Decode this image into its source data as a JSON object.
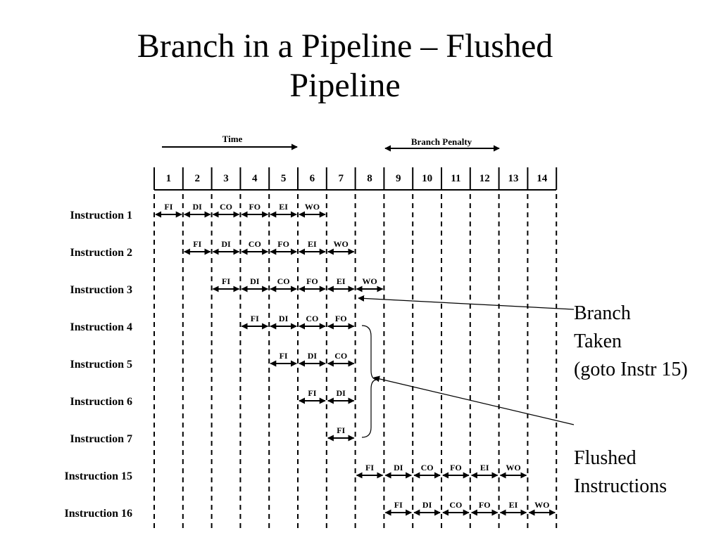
{
  "title": {
    "line1": "Branch in a Pipeline – Flushed",
    "line2": "Pipeline"
  },
  "diagram": {
    "time_label": "Time",
    "penalty_label": "Branch Penalty",
    "cycles": [
      "1",
      "2",
      "3",
      "4",
      "5",
      "6",
      "7",
      "8",
      "9",
      "10",
      "11",
      "12",
      "13",
      "14"
    ],
    "rows": [
      {
        "label": "Instruction 1",
        "start": 1,
        "stages": [
          "FI",
          "DI",
          "CO",
          "FO",
          "EI",
          "WO"
        ]
      },
      {
        "label": "Instruction 2",
        "start": 2,
        "stages": [
          "FI",
          "DI",
          "CO",
          "FO",
          "EI",
          "WO"
        ]
      },
      {
        "label": "Instruction 3",
        "start": 3,
        "stages": [
          "FI",
          "DI",
          "CO",
          "FO",
          "EI",
          "WO"
        ]
      },
      {
        "label": "Instruction 4",
        "start": 4,
        "stages": [
          "FI",
          "DI",
          "CO",
          "FO"
        ]
      },
      {
        "label": "Instruction 5",
        "start": 5,
        "stages": [
          "FI",
          "DI",
          "CO"
        ]
      },
      {
        "label": "Instruction 6",
        "start": 6,
        "stages": [
          "FI",
          "DI"
        ]
      },
      {
        "label": "Instruction 7",
        "start": 7,
        "stages": [
          "FI"
        ]
      },
      {
        "label": "Instruction 15",
        "start": 8,
        "stages": [
          "FI",
          "DI",
          "CO",
          "FO",
          "EI",
          "WO"
        ]
      },
      {
        "label": "Instruction 16",
        "start": 9,
        "stages": [
          "FI",
          "DI",
          "CO",
          "FO",
          "EI",
          "WO"
        ]
      }
    ]
  },
  "annotations": {
    "branch": {
      "line1": "Branch",
      "line2": "Taken",
      "line3": "(goto Instr 15)"
    },
    "flushed": {
      "line1": "Flushed",
      "line2": "Instructions"
    }
  }
}
